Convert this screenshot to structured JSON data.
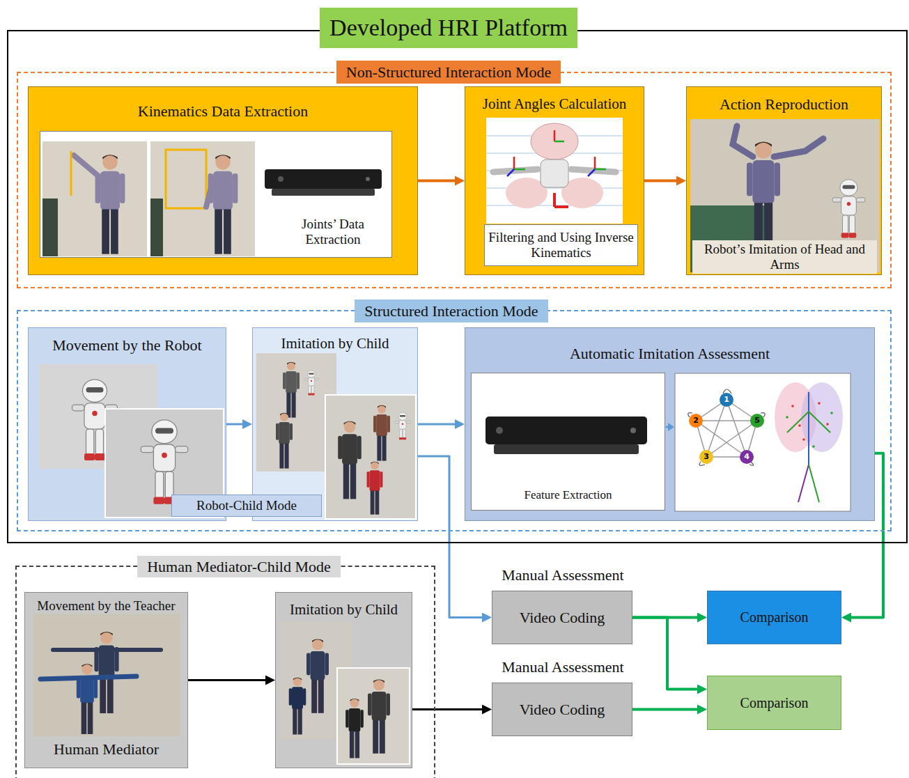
{
  "diagram": {
    "nodes": [
      {
        "text": [
          "Developed HRI Platform"
        ]
      },
      {
        "text": [
          "Non-Structured Interaction Mode"
        ],
        "in": 0
      },
      {
        "text": [
          "Kinematics Data Extraction"
        ],
        "in": 1
      },
      {
        "text": [
          "Joints’ Data Extraction"
        ],
        "in": 2
      },
      {
        "text": [
          "Joint Angles Calculation"
        ],
        "in": 1
      },
      {
        "text": [
          "Filtering and Using Inverse Kinematics"
        ],
        "in": 4
      },
      {
        "text": [
          "Action Reproduction",
          "Robot’s Imitation of Head and Arms"
        ],
        "in": 1
      },
      {
        "text": [
          "Structured Interaction Mode"
        ],
        "in": 0
      },
      {
        "text": [
          "Movement by the Robot"
        ],
        "in": 7
      },
      {
        "text": [
          "Robot-Child Mode"
        ],
        "in": 7
      },
      {
        "text": [
          "Imitation by Child"
        ],
        "in": 7
      },
      {
        "text": [
          "Automatic Imitation Assessment"
        ],
        "in": 7
      },
      {
        "text": [
          "Feature Extraction"
        ],
        "in": 11
      },
      {
        "text": [
          "Human Mediator-Child Mode"
        ]
      },
      {
        "text": [
          "Movement by the Teacher",
          "Human Mediator"
        ],
        "in": 13
      },
      {
        "text": [
          "Imitation by Child"
        ],
        "in": 13
      },
      {
        "text": [
          "Manual Assessment",
          "Video Coding"
        ]
      },
      {
        "text": [
          "Comparison"
        ]
      },
      {
        "text": [
          "Manual Assessment",
          "Video Coding"
        ]
      },
      {
        "text": [
          "Comparison"
        ]
      }
    ],
    "edges": [
      {
        "from": 2,
        "to": 4,
        "arrow": "to"
      },
      {
        "from": 4,
        "to": 6,
        "arrow": "to"
      },
      {
        "from": 8,
        "to": 10,
        "arrow": "to"
      },
      {
        "from": 10,
        "to": 11,
        "arrow": "to"
      },
      {
        "from": 10,
        "to": 16,
        "arrow": "to"
      },
      {
        "from": 11,
        "to": 17,
        "arrow": "to"
      },
      {
        "from": 14,
        "to": 15,
        "arrow": "to"
      },
      {
        "from": 15,
        "to": 18,
        "arrow": "to"
      },
      {
        "from": 16,
        "to": 17,
        "arrow": "to"
      },
      {
        "from": 16,
        "to": 19,
        "arrow": "to"
      },
      {
        "from": 18,
        "to": 19,
        "arrow": "to"
      }
    ],
    "labels": [
      "1",
      "2",
      "3",
      "4",
      "5"
    ]
  }
}
